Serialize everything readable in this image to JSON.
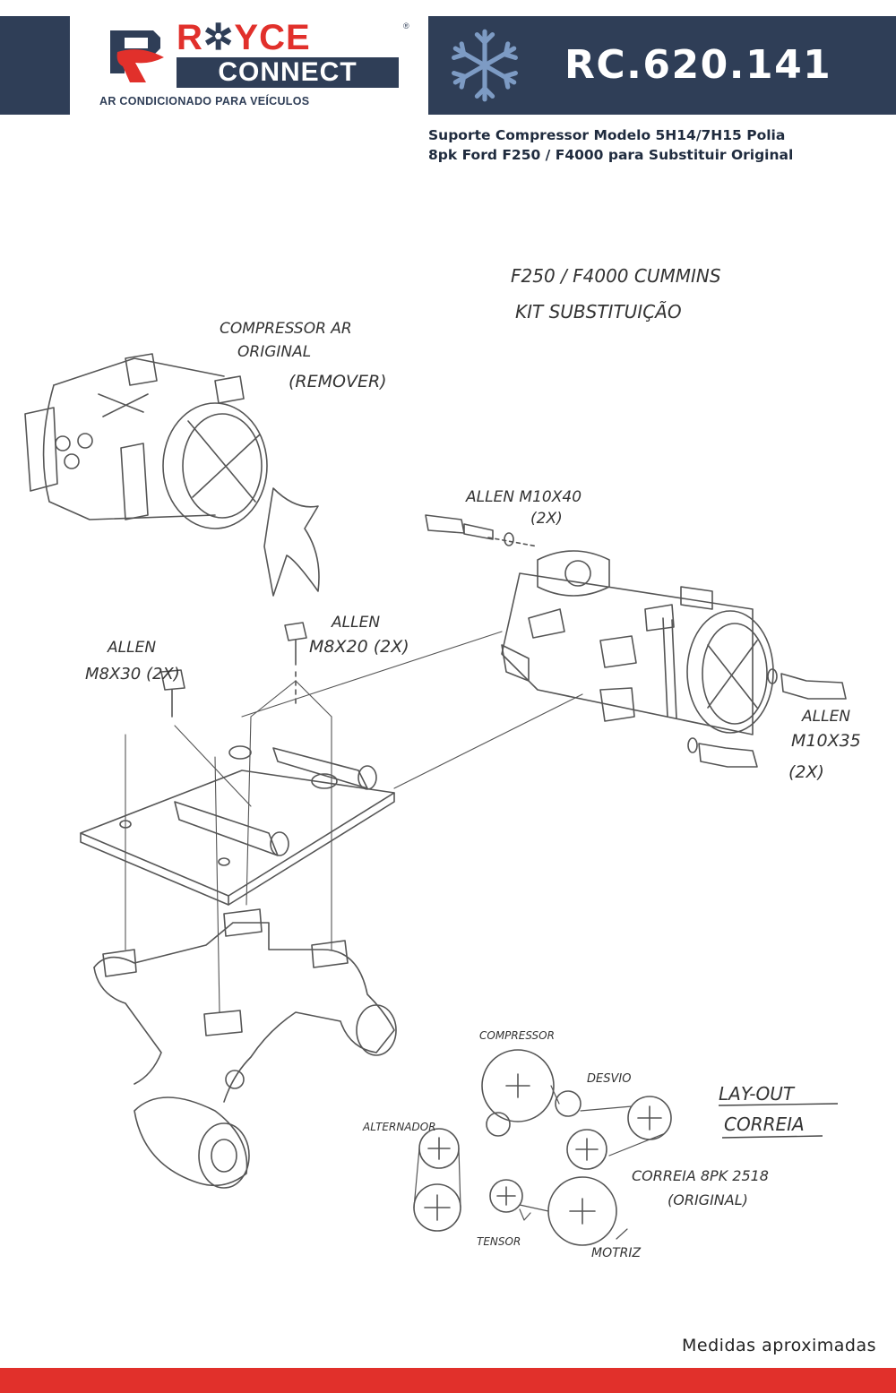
{
  "brand": {
    "name_top": "R",
    "name_top_rest": "YCE",
    "name_bottom": "CONNECT",
    "tagline": "AR CONDICIONADO PARA VEÍCULOS",
    "registered": "®",
    "color_red": "#e1302b",
    "color_navy": "#2f3e57"
  },
  "product": {
    "code": "RC.620.141",
    "icon": "snowflake-icon",
    "description_line1": "Suporte Compressor Modelo 5H14/7H15 Polia",
    "description_line2": "8pk Ford F250 / F4000 para Substituir Original"
  },
  "diagram": {
    "kit_title_line1": "F250 / F4000  CUMMINS",
    "kit_title_line2": "KIT  SUBSTITUIÇÃO",
    "original_compressor_line1": "COMPRESSOR AR",
    "original_compressor_line2": "ORIGINAL",
    "original_compressor_line3": "(REMOVER)",
    "bolt_m10x40_line1": "ALLEN M10X40",
    "bolt_m10x40_line2": "(2X)",
    "bolt_m8x20_line1": "ALLEN",
    "bolt_m8x20_line2": "M8X20  (2X)",
    "bolt_m8x30_line1": "ALLEN",
    "bolt_m8x30_line2": "M8X30 (2X)",
    "bolt_m10x35_line1": "ALLEN",
    "bolt_m10x35_line2": "M10X35",
    "bolt_m10x35_line3": "(2X)",
    "belt_layout": {
      "compressor": "COMPRESSOR",
      "desvio": "DESVIO",
      "alternador": "ALTERNADOR",
      "tensor": "TENSOR",
      "motriz": "MOTRIZ",
      "layout_line1": "LAY-OUT",
      "layout_line2": "CORREIA",
      "belt_line1": "CORREIA  8PK 2518",
      "belt_line2": "(ORIGINAL)"
    }
  },
  "footer": {
    "note": "Medidas aproximadas"
  }
}
